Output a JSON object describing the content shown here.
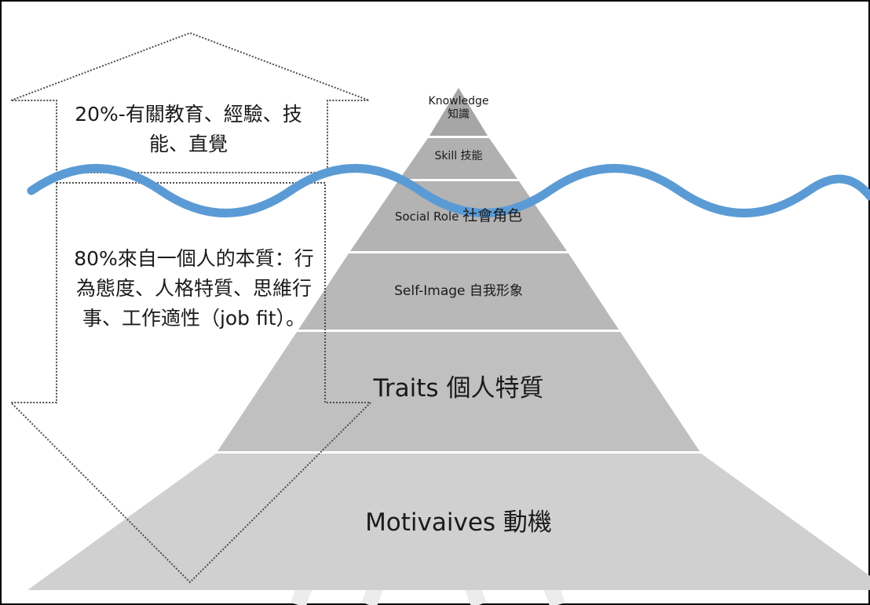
{
  "pyramid": {
    "knowledge": {
      "en": "Knowledge",
      "zh": "知識"
    },
    "skill": "Skill 技能",
    "social_role": {
      "en": "Social Role",
      "zh": "社會角色"
    },
    "self_image": "Self-Image 自我形象",
    "traits": "Traits 個人特質",
    "motives": "Motivaives 動機"
  },
  "arrows": {
    "up_caption": "20%-有關教育、經驗、技能、直覺",
    "down_caption": "80%來自一個人的本質：行為態度、人格特質、思維行事、工作適性（job fit）。"
  },
  "colors": {
    "border": "#000000",
    "pyramid_tip": "#a6a6a6",
    "pyramid_mid": "#b3b3b3",
    "pyramid_base": "#d0d0d0",
    "wave": "#5b9bd5",
    "arrow_outline": "#4d4d4d"
  }
}
